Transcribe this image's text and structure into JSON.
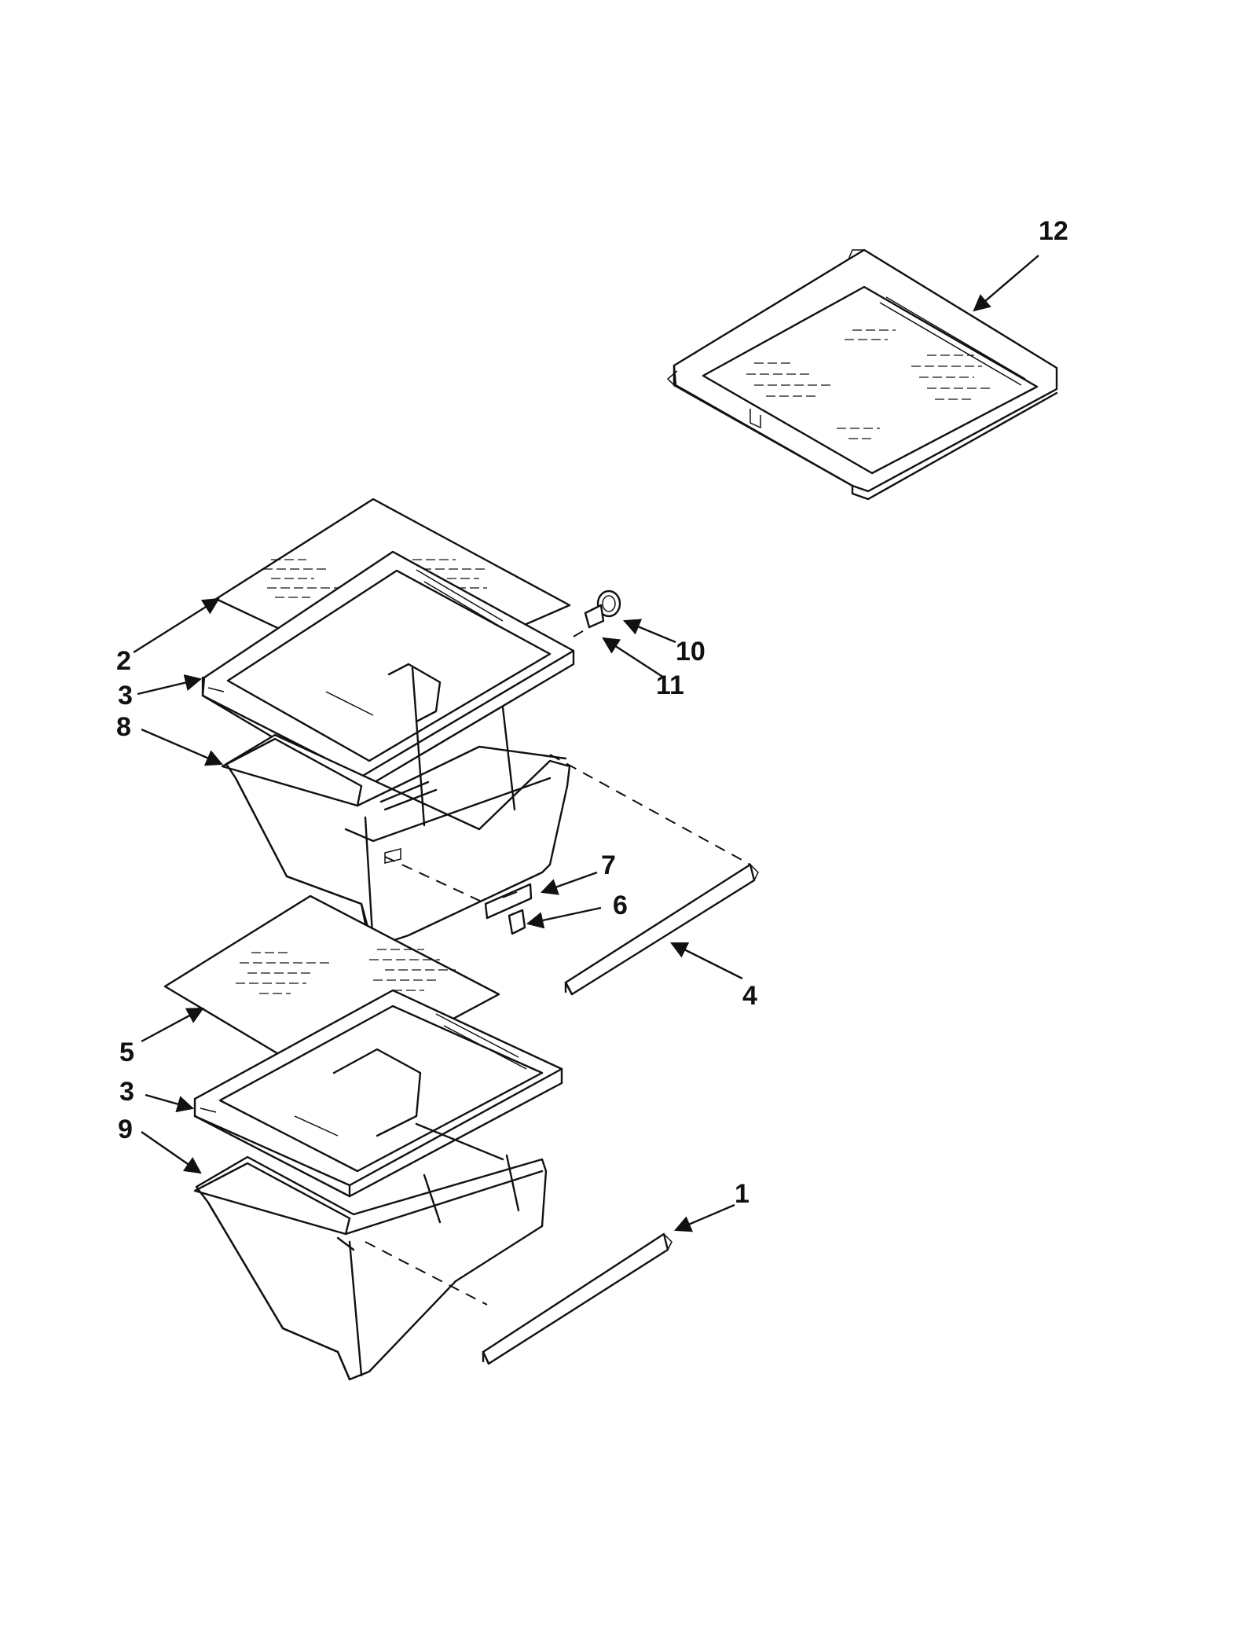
{
  "callouts": [
    {
      "id": "12",
      "text": "12"
    },
    {
      "id": "2",
      "text": "2"
    },
    {
      "id": "3a",
      "text": "3"
    },
    {
      "id": "8",
      "text": "8"
    },
    {
      "id": "10",
      "text": "10"
    },
    {
      "id": "11",
      "text": "11"
    },
    {
      "id": "7",
      "text": "7"
    },
    {
      "id": "6",
      "text": "6"
    },
    {
      "id": "4",
      "text": "4"
    },
    {
      "id": "5",
      "text": "5"
    },
    {
      "id": "3b",
      "text": "3"
    },
    {
      "id": "9",
      "text": "9"
    },
    {
      "id": "1",
      "text": "1"
    }
  ]
}
